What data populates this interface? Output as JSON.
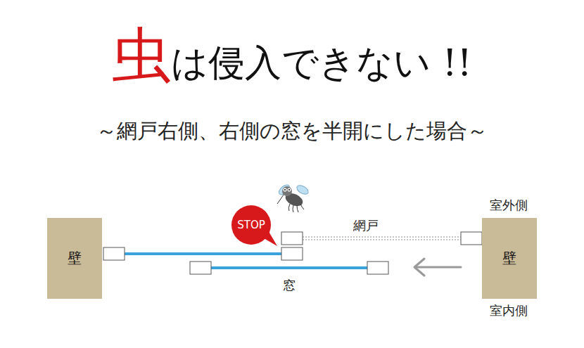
{
  "diagram": {
    "title": "虫は侵入できない !!",
    "caption": "～網戸右側、右側の窓を半開にした場合～",
    "nodes": [
      {
        "text": [
          "壁"
        ]
      },
      {
        "text": [
          "STOP"
        ]
      },
      {
        "text": [
          "壁"
        ]
      }
    ],
    "labels": [
      "網戸",
      "窓",
      "室外側",
      "室内側"
    ]
  }
}
